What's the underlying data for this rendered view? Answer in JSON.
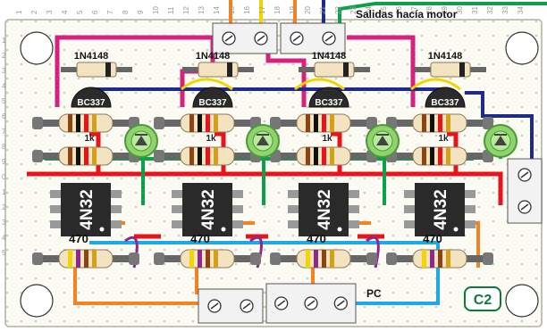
{
  "header": {
    "output_label": "Salidas hacía motor"
  },
  "labels": {
    "diode": "1N4148",
    "transistor": "BC337",
    "resistor_1k": "1k",
    "resistor_470": "470",
    "optocoupler": "4N32",
    "pc": "PC",
    "board_id": "C2"
  },
  "diodes": [
    "1N4148",
    "1N4148",
    "1N4148",
    "1N4148"
  ],
  "transistors": [
    "BC337",
    "BC337",
    "BC337",
    "BC337"
  ],
  "optocouplers": [
    "4N32",
    "4N32",
    "4N32",
    "4N32"
  ],
  "resistors_470": [
    "470",
    "470",
    "470",
    "470"
  ],
  "resistors_1k": [
    "1k",
    "1k",
    "1k",
    "1k"
  ],
  "row_numbers": [
    "1",
    "2",
    "3",
    "4",
    "5",
    "6",
    "7",
    "8",
    "9",
    "0",
    "1",
    "2",
    "3",
    "4",
    "5"
  ],
  "col_numbers": [
    "1",
    "2",
    "3",
    "4",
    "5",
    "6",
    "7",
    "8",
    "9",
    "10",
    "11",
    "12",
    "13",
    "14",
    "15",
    "16",
    "17",
    "18",
    "19",
    "20",
    "21",
    "22",
    "23",
    "24",
    "25",
    "26",
    "27",
    "28",
    "29",
    "30",
    "31",
    "32",
    "33",
    "34"
  ],
  "colors": {
    "board": "#fdfdf4",
    "red": "#e8131b",
    "magenta": "#d7217f",
    "navy": "#1f2a8a",
    "green": "#0aa14a",
    "orange": "#f58220",
    "cyan": "#1ea8e6",
    "purple": "#8c2a8c",
    "yellow": "#f2d500",
    "chip": "#2a2a2a",
    "led": "#8fd36a",
    "badge": "#0a7a3a"
  }
}
